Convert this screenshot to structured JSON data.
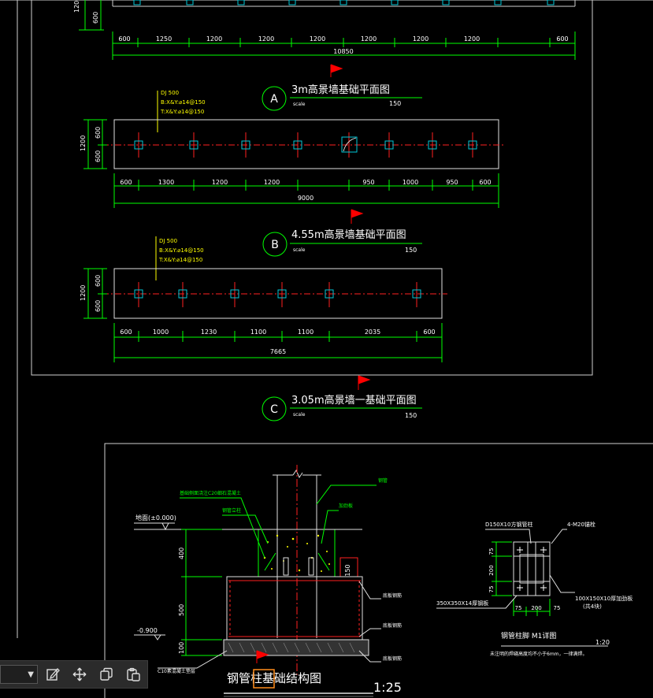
{
  "drawing": {
    "top_dims": [
      "600",
      "1250",
      "1200",
      "1200",
      "1200",
      "1200",
      "1200",
      "1200",
      "600"
    ],
    "top_total": "10850",
    "top_left_dims": [
      "1200",
      "600"
    ],
    "plan_a": {
      "label": "A",
      "title": "3m高景墙基础平面图",
      "scale_word": "scale",
      "scale": "150",
      "dims": [
        "600",
        "1300",
        "1200",
        "1200",
        "950",
        "1000",
        "950",
        "600"
      ],
      "total": "9000",
      "left_dims": [
        "1200",
        "600",
        "600"
      ],
      "note": [
        "DJ 500",
        "B:X&Y:⌀14@150",
        "T:X&Y:⌀14@150"
      ]
    },
    "plan_b": {
      "label": "B",
      "title": "4.55m高景墙基础平面图",
      "scale_word": "scale",
      "scale": "150",
      "dims": [
        "600",
        "1000",
        "1230",
        "1100",
        "1100",
        "2035",
        "600"
      ],
      "total": "7665",
      "left_dims": [
        "1200",
        "600",
        "600"
      ],
      "note": [
        "DJ 500",
        "B:X&Y:⌀14@150",
        "T:X&Y:⌀14@150"
      ]
    },
    "plan_c": {
      "label": "C",
      "title": "3.05m高景墙一基础平面图",
      "scale_word": "scale",
      "scale": "150"
    },
    "section": {
      "title": "钢管柱基础结构图",
      "scale": "1:25",
      "ground_level": "地面(±0.000)",
      "depth_level": "-0.900",
      "dims": [
        "400",
        "500",
        "100"
      ],
      "dim_150": "150",
      "annotations": [
        "基础侧面浇注C20细石混凝土",
        "钢管",
        "钢管立柱",
        "加劲板",
        "底板钢筋",
        "底板钢筋",
        "底板钢筋",
        "C10素混凝土垫层"
      ]
    },
    "detail": {
      "title": "钢管柱脚 M1详图",
      "scale": "1:20",
      "labels": [
        "D150X10方钢管柱",
        "4-M20锚栓",
        "350X350X14厚钢板",
        "100X150X10厚加劲板",
        "(共4块)"
      ],
      "dims_v": [
        "75",
        "200",
        "75"
      ],
      "dims_h": [
        "75",
        "200",
        "75"
      ],
      "note": "未注明的焊缝高度均不小于6mm，一律满焊。"
    }
  },
  "toolbar": {
    "select_arrow": "▼",
    "buttons": [
      "edit-icon",
      "move-icon",
      "copy-icon",
      "paste-icon"
    ]
  },
  "colors": {
    "dim_green": "#00ff00",
    "text_white": "#ffffff",
    "text_yellow": "#ffff00",
    "center_red": "#ff2020",
    "column_cyan": "#00c8d8",
    "frame_white": "#d8d8d8"
  }
}
